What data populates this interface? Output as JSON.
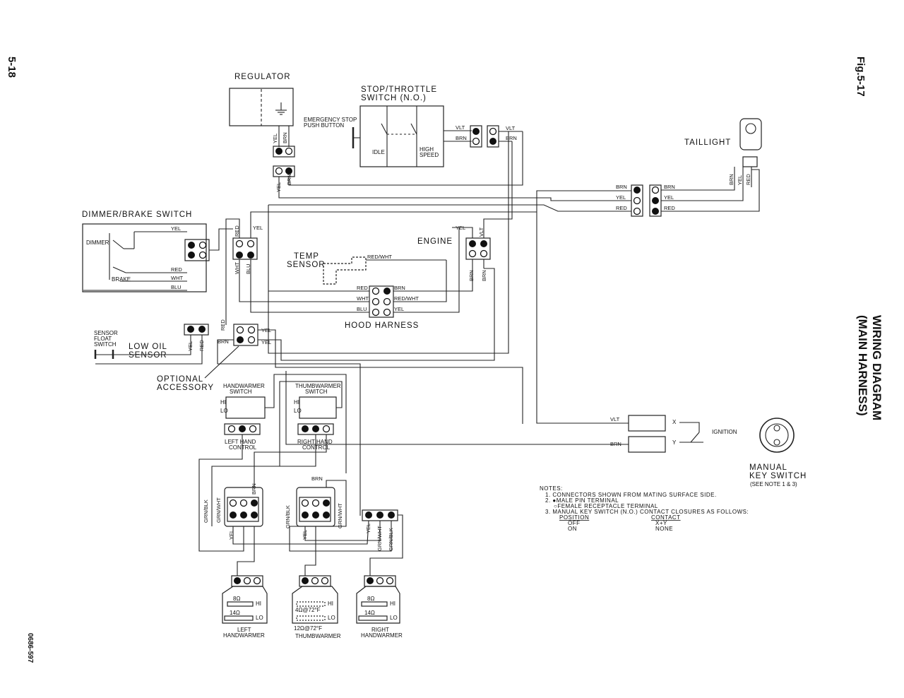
{
  "page": {
    "page_number": "5-18",
    "figure": "Fig.5-17",
    "title_line1": "WIRING DIAGRAM",
    "title_line2": "(MAIN HARNESS)",
    "part_number": "0686-597"
  },
  "components": {
    "regulator": "REGULATOR",
    "stop_throttle_1": "STOP/THROTTLE",
    "stop_throttle_2": "SWITCH (N.O.)",
    "emergency_1": "EMERGENCY STOP",
    "emergency_2": "PUSH BUTTON",
    "idle": "IDLE",
    "high_1": "HIGH",
    "high_2": "SPEED",
    "taillight": "TAILLIGHT",
    "dimmer_brake": "DIMMER/BRAKE SWITCH",
    "dimmer": "DIMMER",
    "brake": "BRAKE",
    "engine": "ENGINE",
    "temp_1": "TEMP",
    "temp_2": "SENSOR",
    "hood_harness": "HOOD HARNESS",
    "float_1": "SENSOR",
    "float_2": "FLOAT",
    "float_3": "SWITCH",
    "low_oil_1": "LOW OIL",
    "low_oil_2": "SENSOR",
    "optional_1": "OPTIONAL",
    "optional_2": "ACCESSORY",
    "hw_switch_1": "HANDWARMER",
    "hw_switch_2": "SWITCH",
    "tw_switch_1": "THUMBWARMER",
    "tw_switch_2": "SWITCH",
    "hi": "HI",
    "lo": "LO",
    "left_hand_1": "LEFT HAND",
    "left_hand_2": "CONTROL",
    "right_hand_1": "RIGHT HAND",
    "right_hand_2": "CONTROL",
    "ignition": "IGNITION",
    "x": "X",
    "y": "Y",
    "key_1": "MANUAL",
    "key_2": "KEY SWITCH",
    "key_3": "(SEE NOTE 1 & 3)",
    "left_hw_1": "LEFT",
    "left_hw_2": "HANDWARMER",
    "thumbwarmer": "THUMBWARMER",
    "right_hw_1": "RIGHT",
    "right_hw_2": "HANDWARMER",
    "r_8": "8Ω",
    "r_14": "14Ω",
    "r_4": "4Ω@72°F",
    "r_12": "12Ω@72°F"
  },
  "wires": {
    "yel": "YEL",
    "brn": "BRN",
    "vlt": "VLT",
    "red": "RED",
    "wht": "WHT",
    "blu": "BLU",
    "red_wht": "RED/WHT",
    "grn_blk": "GRN/BLK",
    "grn_wht": "GRN/WHT"
  },
  "notes": {
    "header": "NOTES:",
    "n1": "1. CONNECTORS SHOWN FROM MATING SURFACE SIDE.",
    "n2": "2. ●MALE PIN TERMINAL",
    "n2b": "○FEMALE RECEPTACLE TERMINAL",
    "n3": "3. MANUAL KEY SWITCH (N.O.) CONTACT CLOSURES AS FOLLOWS:",
    "col_position": "POSITION",
    "col_contact": "CONTACT",
    "row1_pos": "OFF",
    "row1_con": "X+Y",
    "row2_pos": "ON",
    "row2_con": "NONE"
  }
}
